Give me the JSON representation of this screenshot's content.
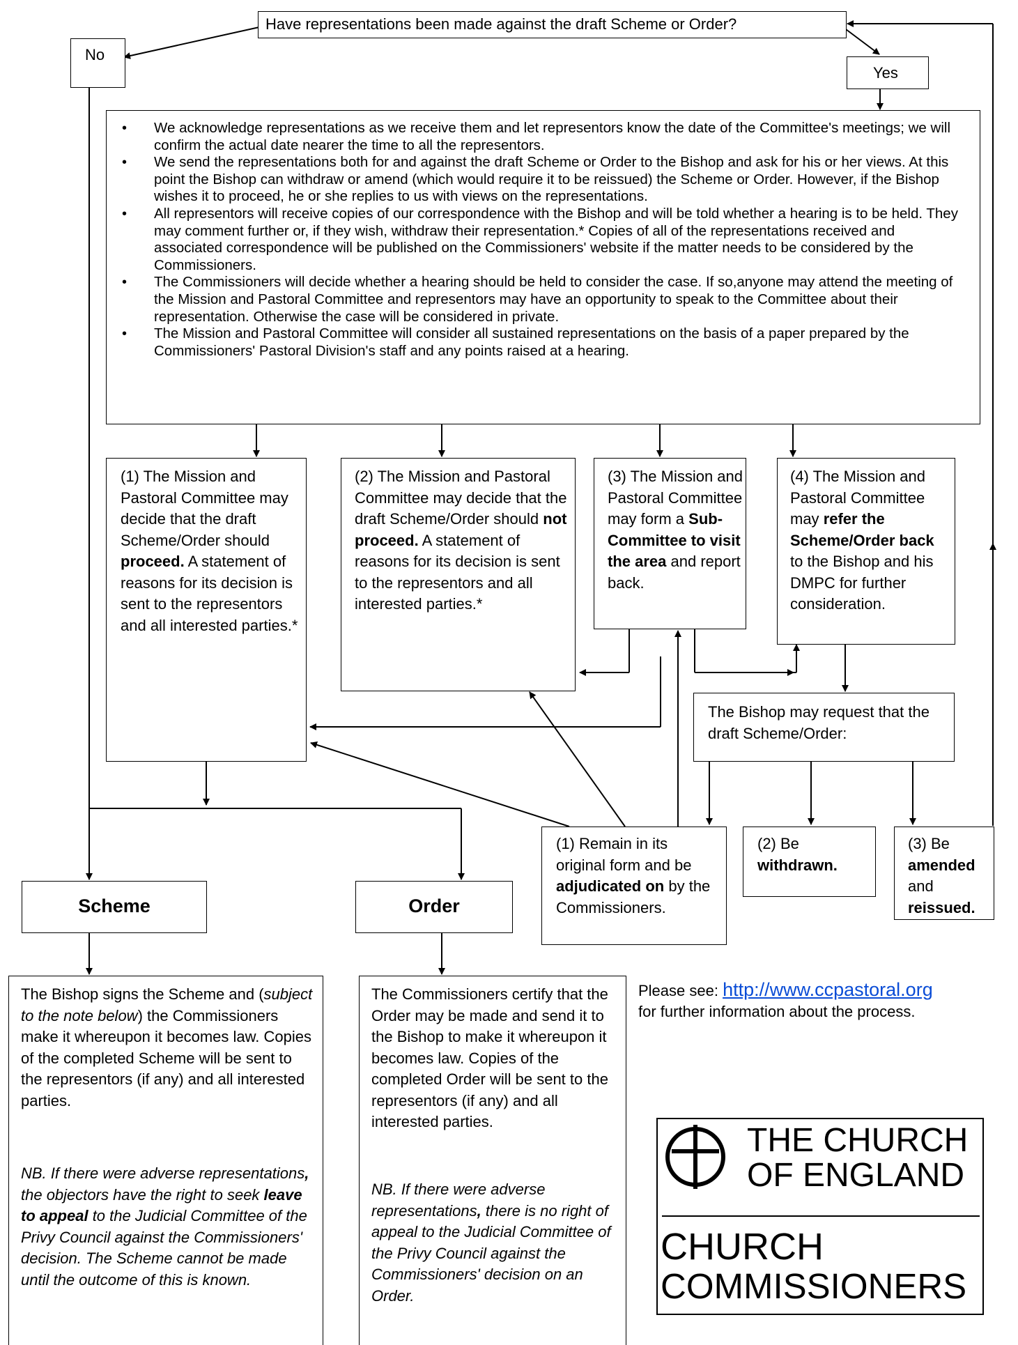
{
  "question": "Have representations been made against the draft Scheme or Order?",
  "no_label": "No",
  "yes_label": "Yes",
  "process_bullets": [
    "We acknowledge representations as we receive them and let representors know the date of the Committee's meetings; we will confirm the actual date nearer the time to all the representors.",
    "We send the representations both for and against the draft Scheme or Order to the Bishop and ask for his or her views. At this point the Bishop can withdraw or amend (which would require it to be reissued) the Scheme or Order. However, if the Bishop wishes it to proceed, he or she replies to us with views on the representations.",
    "All representors will receive copies of our correspondence with the Bishop and will be told whether a hearing is to be held. They may comment further or, if they wish, withdraw their representation.* Copies of all of the representations received and associated correspondence will be published on the Commissioners' website if the matter needs to be considered by the Commissioners.",
    "The Commissioners will decide whether a hearing should be held to consider the case. If so,anyone may attend the meeting of the Mission and Pastoral Committee and representors may have an opportunity to speak to the Committee about their representation. Otherwise the case will be considered in private.",
    "The Mission and Pastoral Committee will consider all sustained representations on the basis of a paper prepared by the Commissioners' Pastoral Division's staff and any points raised at a hearing."
  ],
  "option1": {
    "a": "(1) The Mission and Pastoral Committee may decide that the draft Scheme/Order should ",
    "bold": "proceed.",
    "b": " A statement of reasons for its decision is sent to the representors and all interested parties.*"
  },
  "option2": {
    "a": "(2) The Mission and Pastoral Committee may decide that the draft Scheme/Order should ",
    "bold": "not proceed.",
    "b": " A statement of reasons for its decision is sent to the representors and all interested parties.*"
  },
  "option3": {
    "a": "(3) The Mission and Pastoral Committee may form a ",
    "bold": "Sub-Committee to visit the area",
    "b": " and report back."
  },
  "option4": {
    "a": "(4) The Mission and Pastoral Committee may ",
    "bold": "refer the Scheme/Order back",
    "b": " to the Bishop and his DMPC for further consideration."
  },
  "bishop_request": "The Bishop may request that the draft Scheme/Order:",
  "remain": {
    "a": "(1) Remain in its original form and be ",
    "bold": "adjudicated on",
    "b": " by the Commissioners."
  },
  "withdrawn": {
    "a": "(2) Be ",
    "bold": "withdrawn."
  },
  "amended": {
    "a": "(3) Be ",
    "bold1": "amended",
    "mid": " and ",
    "bold2": "reissued."
  },
  "scheme_label": "Scheme",
  "order_label": "Order",
  "scheme_text": {
    "a": "The Bishop signs the Scheme and (",
    "italic": "subject to the note below",
    "b": ") the Commissioners make it whereupon it becomes law. Copies of the completed Scheme will be sent to the representors (if any) and all interested parties.",
    "nb_a": "NB. If there were adverse representations",
    "nb_comma": ",",
    "nb_b": " the objectors have the right to seek ",
    "nb_bold": "leave to appeal",
    "nb_c": " to the Judicial Committee of the Privy Council against the Commissioners' decision. The Scheme cannot be made until the outcome of this is known."
  },
  "order_text": {
    "a": "The Commissioners certify that the Order may be made and send it to the Bishop to make it whereupon it becomes law. Copies of the completed Order will be sent to the representors (if any) and all interested parties.",
    "nb_a": "NB. If there were adverse representations",
    "nb_comma": ",",
    "nb_b": " there is no right of appeal to the Judicial Committee of the Privy Council against the Commissioners' decision on an Order."
  },
  "info": {
    "prefix": "Please see: ",
    "link": "http://www.ccpastoral.org",
    "suffix": "for further information about the process."
  },
  "logo": {
    "line1": "THE CHURCH",
    "line2": "OF ENGLAND",
    "line3": "CHURCH",
    "line4": "COMMISSIONERS"
  }
}
